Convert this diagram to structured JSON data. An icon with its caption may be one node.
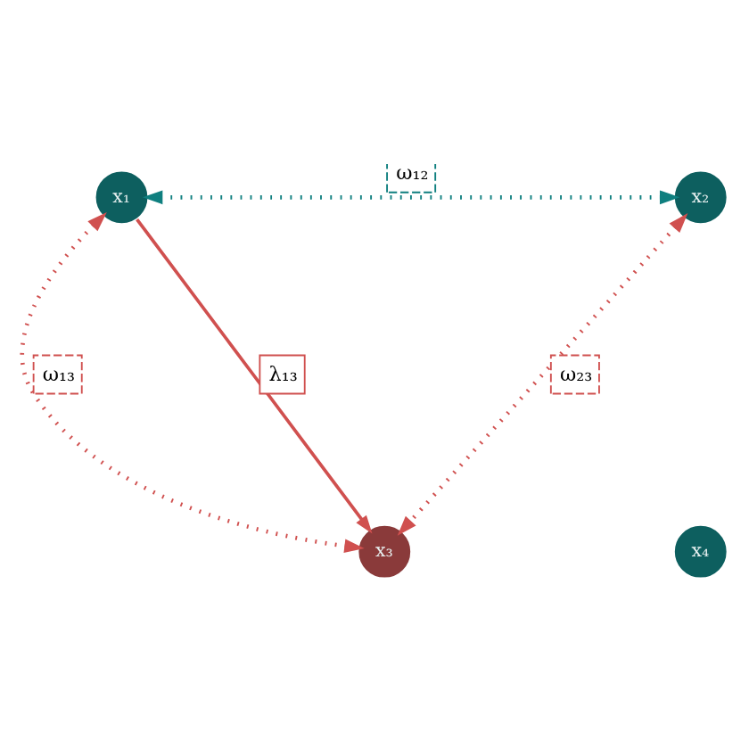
{
  "diagram": {
    "nodes": [
      {
        "text": [
          "x₁"
        ]
      },
      {
        "text": [
          "x₂"
        ]
      },
      {
        "text": [
          "x₃"
        ]
      },
      {
        "text": [
          "x₄"
        ]
      }
    ],
    "edges": [
      {
        "from": 0,
        "to": 1,
        "arrow": "both",
        "label": "ω₁₂",
        "style": "dashed",
        "color": "#0f7f7f"
      },
      {
        "from": 0,
        "to": 2,
        "arrow": "both",
        "label": "ω₁₃",
        "style": "dashed"
      },
      {
        "from": 0,
        "to": 2,
        "arrow": "to",
        "label": "λ₁₃"
      },
      {
        "from": 1,
        "to": 2,
        "arrow": "both",
        "label": "ω₂₃",
        "style": "dashed"
      }
    ]
  }
}
